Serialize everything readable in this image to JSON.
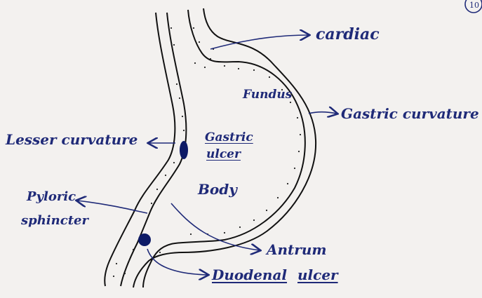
{
  "labels": {
    "cardiac": "cardiac",
    "fundus": "Fundus",
    "gastric_curvature": "Gastric curvature",
    "lesser_curvature": "Lesser curvature",
    "gastric_ulcer_line1": "Gastric",
    "gastric_ulcer_line2": "ulcer",
    "body": "Body",
    "pyloric_line1": "Pyloric",
    "pyloric_line2": "sphincter",
    "antrum": "Antrum",
    "duodenal_ulcer_word1": "Duodenal",
    "duodenal_ulcer_word2": "ulcer"
  },
  "corner_mark": "10",
  "colors": {
    "ink": "#1f2a78",
    "outline": "#111111",
    "paper": "#f3f1ef",
    "ulcer": "#0d1a66"
  }
}
